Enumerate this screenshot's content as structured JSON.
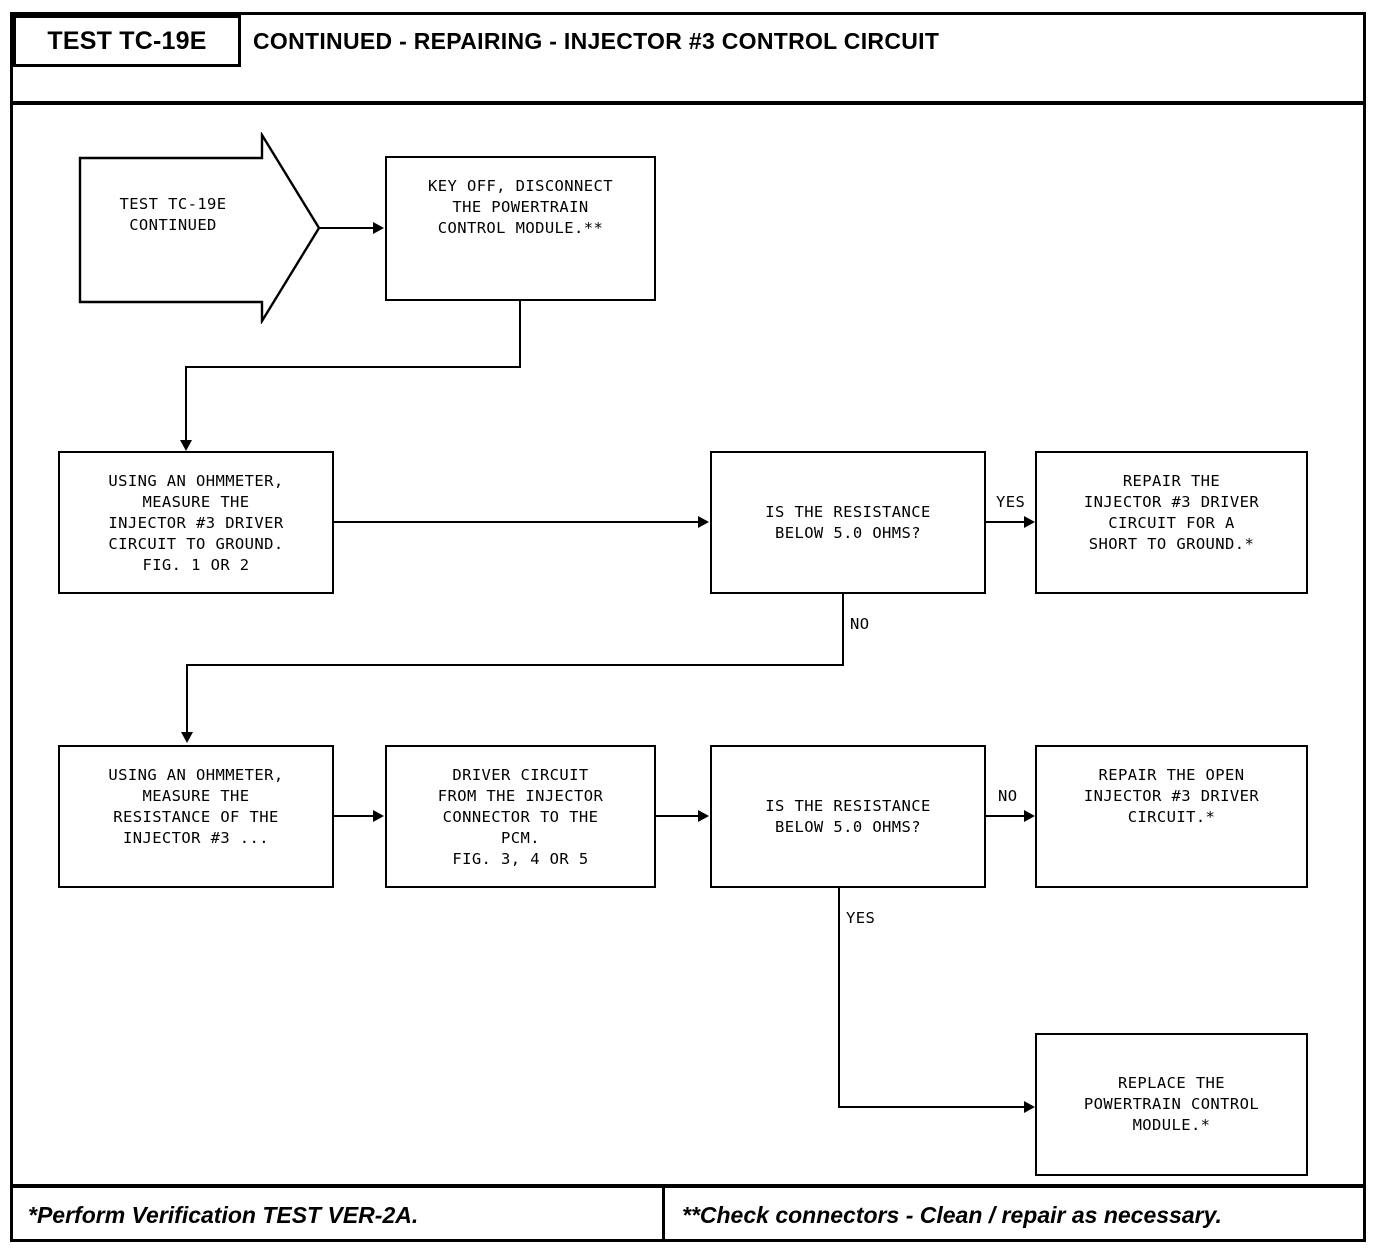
{
  "header": {
    "badge": "TEST TC-19E",
    "title": "CONTINUED - REPAIRING - INJECTOR #3 CONTROL CIRCUIT"
  },
  "footer": {
    "left_note": "*Perform Verification TEST VER-2A.",
    "right_note": "**Check connectors - Clean / repair as necessary."
  },
  "nodes": {
    "start": "TEST TC-19E\nCONTINUED",
    "key_off": "KEY OFF, DISCONNECT\nTHE POWERTRAIN\nCONTROL MODULE.**",
    "measure_ground": "USING AN OHMMETER,\nMEASURE THE\nINJECTOR #3 DRIVER\nCIRCUIT TO GROUND.\nFIG. 1 OR 2",
    "decision_1": "IS THE RESISTANCE\nBELOW 5.0 OHMS?",
    "repair_short": "REPAIR THE\nINJECTOR #3 DRIVER\nCIRCUIT FOR A\nSHORT TO GROUND.*",
    "measure_resistance": "USING AN OHMMETER,\nMEASURE THE\nRESISTANCE OF THE\nINJECTOR #3 ...",
    "driver_circuit": "DRIVER CIRCUIT\nFROM THE INJECTOR\nCONNECTOR TO THE\nPCM.\nFIG. 3, 4 OR 5",
    "decision_2": "IS THE RESISTANCE\nBELOW 5.0 OHMS?",
    "repair_open": "REPAIR THE OPEN\nINJECTOR #3 DRIVER\nCIRCUIT.*",
    "replace_pcm": "REPLACE THE\nPOWERTRAIN CONTROL\nMODULE.*"
  },
  "edge_labels": {
    "decision_1_yes": "YES",
    "decision_1_no": "NO",
    "decision_2_no": "NO",
    "decision_2_yes": "YES"
  },
  "colors": {
    "ink": "#000000",
    "paper": "#ffffff"
  }
}
